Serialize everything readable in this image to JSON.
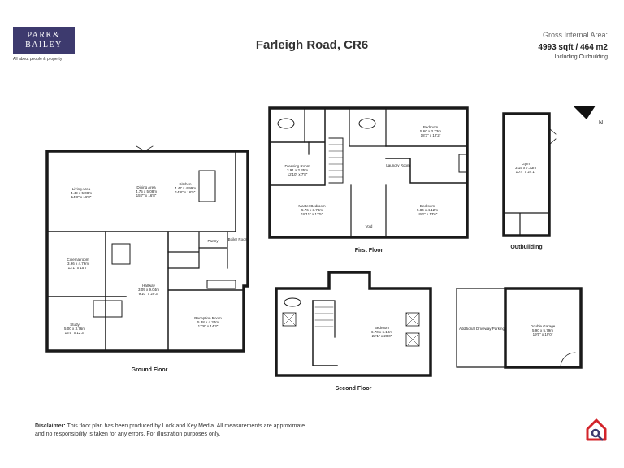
{
  "brand": {
    "logo_line1": "PARK&",
    "logo_line2": "BAILEY",
    "tagline": "All about people & property"
  },
  "title": "Farleigh Road, CR6",
  "area": {
    "label": "Gross Internal Area:",
    "value": "4993 sqft / 464 m2",
    "note": "Including Outbuilding"
  },
  "floors": {
    "ground": {
      "label": "Ground Floor",
      "rooms": [
        {
          "name": "Living Area",
          "dims": "4.49 x 5.08m",
          "imperial": "14'8\" x 16'8\""
        },
        {
          "name": "Dining Area",
          "dims": "4.75 x 5.08m",
          "imperial": "15'7\" x 16'8\""
        },
        {
          "name": "Kitchen",
          "dims": "4.47 x 4.99m",
          "imperial": "14'8\" x 16'5\""
        },
        {
          "name": "Pantry",
          "dims": "",
          "imperial": ""
        },
        {
          "name": "Boiler Room",
          "dims": "",
          "imperial": ""
        },
        {
          "name": "Cinema room",
          "dims": "3.96 x 4.79m",
          "imperial": "13'1\" x 15'7\""
        },
        {
          "name": "Hallway",
          "dims": "3.09 x 9.04m",
          "imperial": "9'10\" x 29'3\""
        },
        {
          "name": "Study",
          "dims": "5.00 x 3.76m",
          "imperial": "16'5\" x 12'3\""
        },
        {
          "name": "Reception Room",
          "dims": "5.38 x 4.34m",
          "imperial": "17'8\" x 14'3\""
        }
      ]
    },
    "first": {
      "label": "First Floor",
      "rooms": [
        {
          "name": "Dressing Room",
          "dims": "3.91 x 2.35m",
          "imperial": "12'10\" x 7'8\""
        },
        {
          "name": "Bedroom",
          "dims": "5.60 x 3.73m",
          "imperial": "18'3\" x 12'2\""
        },
        {
          "name": "Laundry Room",
          "dims": "",
          "imperial": ""
        },
        {
          "name": "Master Bedroom",
          "dims": "5.76 x 3.78m",
          "imperial": "18'11\" x 12'5\""
        },
        {
          "name": "Bedroom",
          "dims": "5.84 x 4.12m",
          "imperial": "19'2\" x 13'6\""
        },
        {
          "name": "Void",
          "dims": "",
          "imperial": ""
        }
      ]
    },
    "second": {
      "label": "Second Floor",
      "rooms": [
        {
          "name": "Bedroom",
          "dims": "6.70 x 6.10m",
          "imperial": "22'1\" x 20'0\""
        }
      ]
    },
    "outbuilding": {
      "label": "Outbuilding",
      "rooms": [
        {
          "name": "Gym",
          "dims": "3.15 x 7.33m",
          "imperial": "10'4\" x 24'1\""
        }
      ]
    },
    "garage": {
      "label": "",
      "rooms": [
        {
          "name": "Additional Driveway Parking",
          "dims": "",
          "imperial": ""
        },
        {
          "name": "Double Garage",
          "dims": "5.90 x 5.79m",
          "imperial": "19'5\" x 19'0\""
        }
      ]
    }
  },
  "compass": {
    "letter": "N"
  },
  "disclaimer": {
    "bold": "Disclaimer:",
    "text": "This floor plan has been produced by Lock and Key Media. All measurements are approximate and no responsibility is taken for any errors. For illustration purposes only."
  },
  "colors": {
    "brand": "#3d3a6e",
    "wall": "#1a1a1a",
    "accent_red": "#d3242b"
  }
}
